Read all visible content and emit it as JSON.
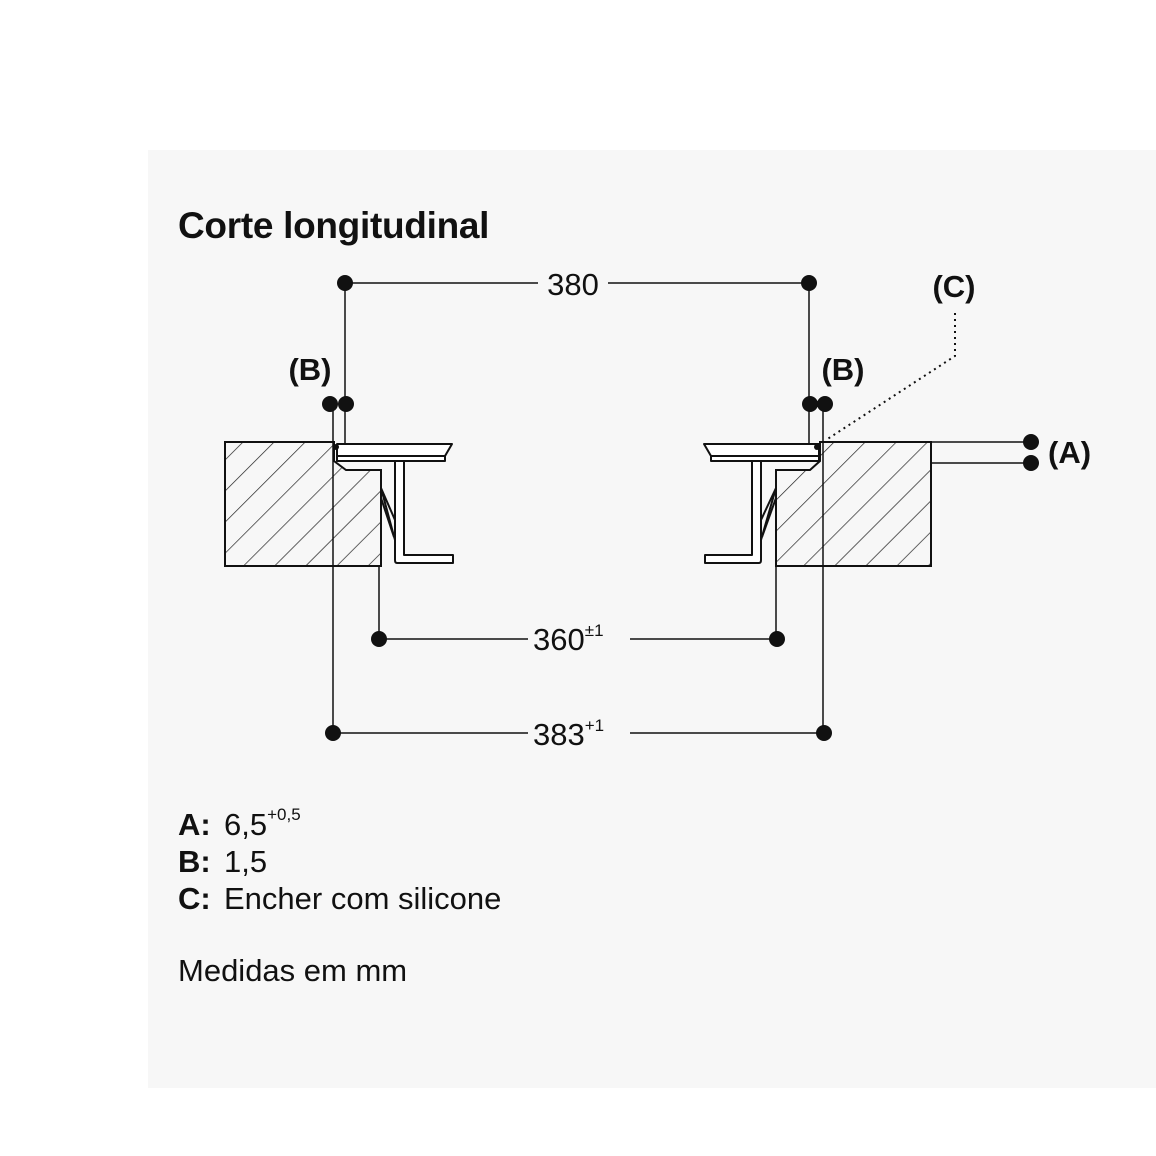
{
  "title": "Corte longitudinal",
  "dimensions": {
    "top_width": "380",
    "inner_width": "360",
    "inner_tolerance": "±1",
    "outer_width": "383",
    "outer_tolerance": "+1"
  },
  "callouts": {
    "b_left": "(B)",
    "b_right": "(B)",
    "c": "(C)",
    "a": "(A)"
  },
  "legend": [
    {
      "key": "A:",
      "value": "6,5",
      "sup": "+0,5"
    },
    {
      "key": "B:",
      "value": "1,5",
      "sup": ""
    },
    {
      "key": "C:",
      "value": "Encher com silicone",
      "sup": ""
    }
  ],
  "note": "Medidas em mm",
  "colors": {
    "background": "#ffffff",
    "panel": "#f7f7f7",
    "ink": "#111111"
  }
}
